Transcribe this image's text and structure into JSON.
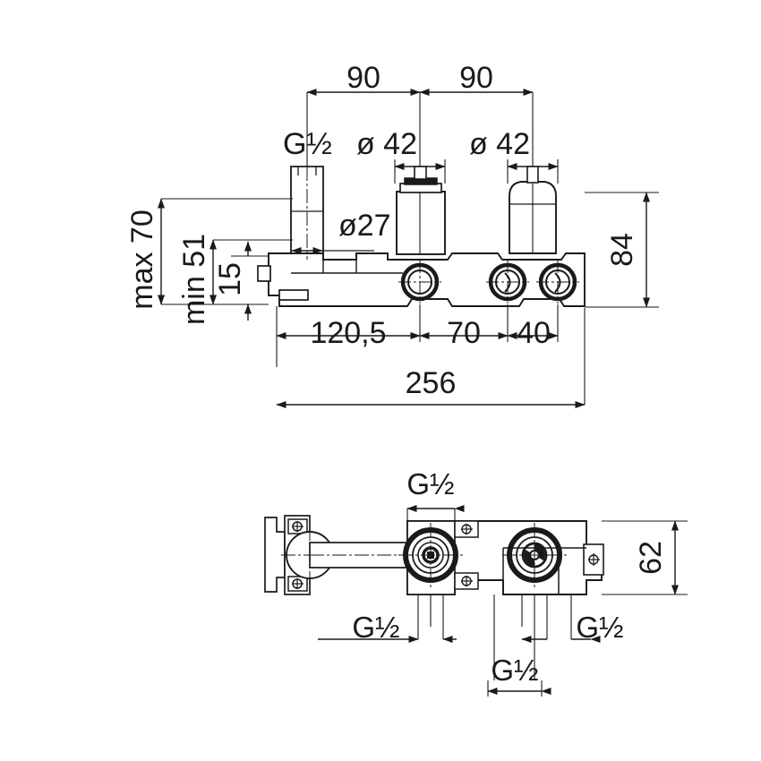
{
  "drawing": {
    "title": "Technical dimension drawing - concealed thermostatic shower valve body",
    "line_color": "#1a1a1a",
    "background": "#ffffff",
    "views": [
      {
        "name": "front-elevation-view",
        "position": "top"
      },
      {
        "name": "plan-section-view",
        "position": "bottom"
      }
    ]
  },
  "top_view": {
    "dimensions": {
      "spacing_left": "90",
      "spacing_right": "90",
      "cartridge_left_diameter": "ø 42",
      "cartridge_right_diameter": "ø 42",
      "inlet_thread": "G½",
      "inlet_diameter": "ø27",
      "height_max": "max 70",
      "height_min": "min 51",
      "offset_15": "15",
      "body_height": "84",
      "len_120_5": "120,5",
      "len_70": "70",
      "len_40": "40",
      "total_length": "256"
    }
  },
  "bottom_view": {
    "dimensions": {
      "top_thread": "G½",
      "left_thread": "G½",
      "right_thread": "G½",
      "center_thread": "G½",
      "depth": "62"
    }
  }
}
